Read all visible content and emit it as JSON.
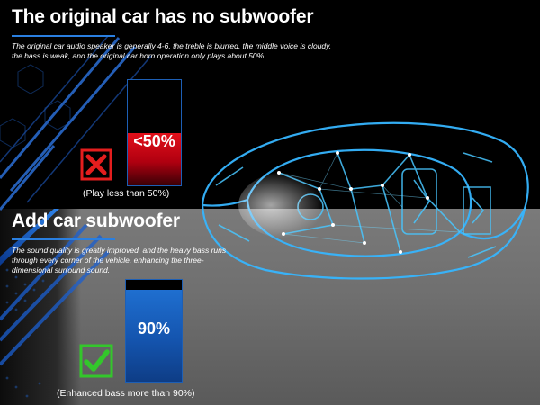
{
  "before": {
    "title": "The original car has no subwoofer",
    "description": "The original car audio speaker is generally 4-6, the treble is blurred, the middle voice is cloudy, the bass is weak, and the original car horn operation only plays about 50%",
    "bar_label": "<50%",
    "bar_level": 0.5,
    "bar_color": "#d10a14",
    "mark_icon": "cross-icon",
    "mark_color": "#e41e1e",
    "caption": "(Play less than 50%)"
  },
  "after": {
    "title": "Add car subwoofer",
    "description": "The sound quality is greatly improved, and the heavy bass runs through every corner of the vehicle, enhancing the three-dimensional surround sound.",
    "bar_label": "90%",
    "bar_level": 0.9,
    "bar_color": "#1a60c0",
    "mark_icon": "check-icon",
    "mark_color": "#33c72b",
    "caption": "(Enhanced bass more than 90%)"
  },
  "accent_color": "#2a7fe0",
  "car_icon": "car-wireframe-icon"
}
